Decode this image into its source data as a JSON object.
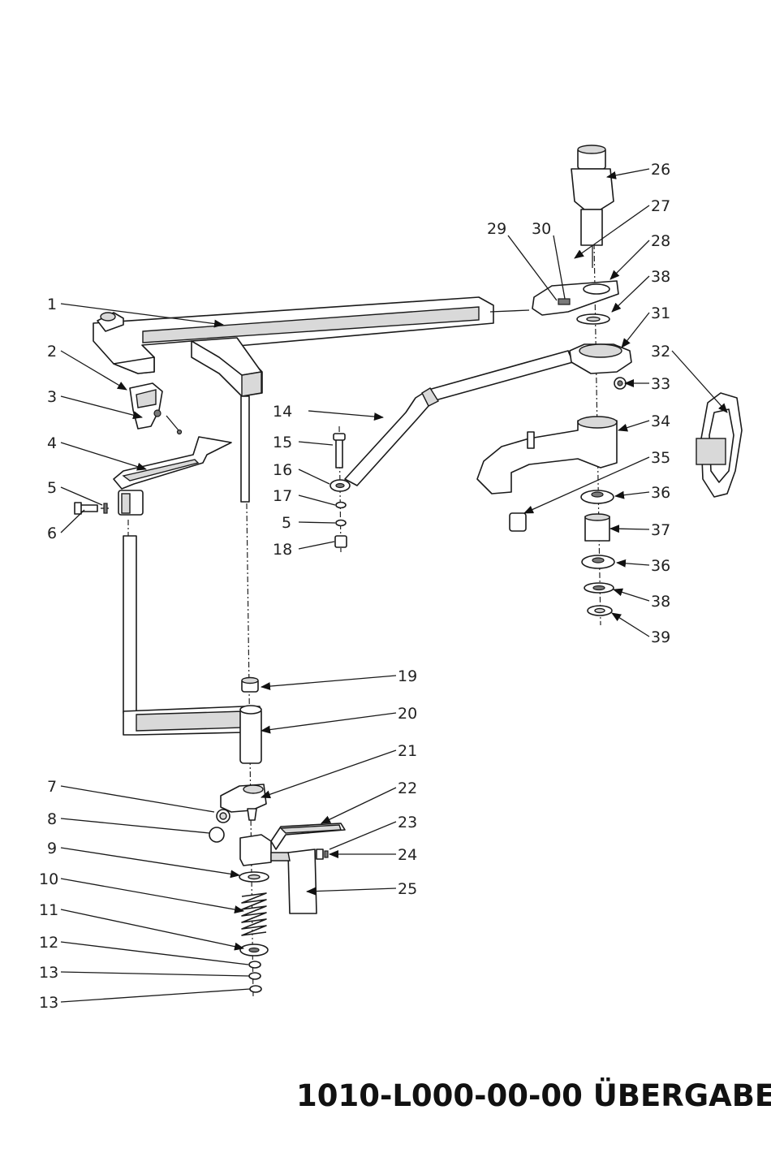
{
  "drawing": {
    "title": "1010-L000-00-00 ÜBERGABE"
  },
  "callouts": [
    "1",
    "2",
    "3",
    "4",
    "5",
    "6",
    "7",
    "8",
    "9",
    "10",
    "11",
    "12",
    "13",
    "13",
    "14",
    "15",
    "16",
    "17",
    "5",
    "18",
    "19",
    "20",
    "21",
    "22",
    "23",
    "24",
    "25",
    "26",
    "27",
    "28",
    "29",
    "30",
    "38",
    "31",
    "32",
    "33",
    "34",
    "35",
    "36",
    "37",
    "36",
    "38",
    "39"
  ]
}
